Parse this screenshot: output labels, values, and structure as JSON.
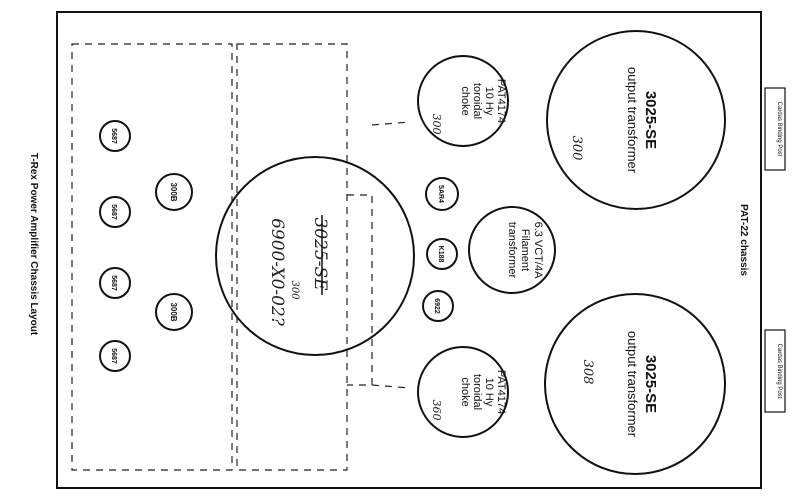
{
  "title": "T-Rex Power Amplifier Chassis Layout",
  "chassis_label": "PAT-22 chassis",
  "binding_post": "Cardas Binding Post",
  "tubes": {
    "t5687": "5687",
    "t300b": "300B",
    "t5ar4": "5AR4",
    "tk188": "K188",
    "t6922": "6922"
  },
  "transformers": {
    "output_top": {
      "model": "3025-SE",
      "desc": "output transformer",
      "note": "300"
    },
    "output_bottom": {
      "model": "3025-SE",
      "desc": "output transformer",
      "note": "308"
    },
    "center": {
      "model": "3025-SE",
      "note1": "6900-X0-02?",
      "note2": "300"
    },
    "filament": {
      "line1": "6.3 VCT/4A",
      "line2": "Filament",
      "line3": "transformer"
    }
  },
  "chokes": {
    "top": {
      "line1": "PAT4174",
      "line2": "10 Hy",
      "line3": "toroidal",
      "line4": "choke",
      "note": "300"
    },
    "bottom": {
      "line1": "PAT4174",
      "line2": "10 Hy",
      "line3": "toroidal",
      "line4": "choke",
      "note": "360"
    }
  }
}
